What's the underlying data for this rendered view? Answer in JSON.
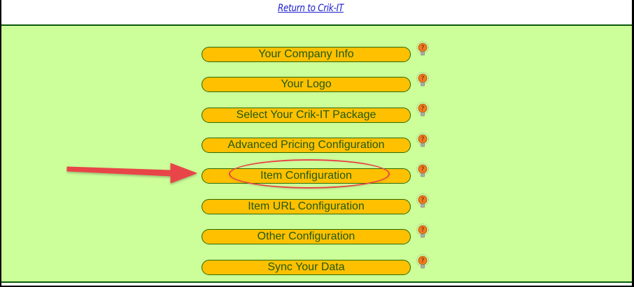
{
  "header": {
    "return_link": "Return to Crik-IT"
  },
  "menu": {
    "items": [
      {
        "label": "Your Company Info"
      },
      {
        "label": "Your Logo"
      },
      {
        "label": "Select Your Crik-IT Package"
      },
      {
        "label": "Advanced Pricing Configuration"
      },
      {
        "label": "Item Configuration"
      },
      {
        "label": "Item URL Configuration"
      },
      {
        "label": "Other Configuration"
      },
      {
        "label": "Sync Your Data"
      }
    ],
    "help_icon": "lightbulb-question-icon"
  },
  "annotation": {
    "highlighted_item": "Item Configuration",
    "arrow_color": "#e8454a",
    "ellipse_color": "#e8454a"
  },
  "colors": {
    "panel_bg": "#ccff99",
    "button_bg": "#ffc000",
    "button_text": "#1f5a10",
    "button_border": "#2a6a00",
    "link": "#1a1acc"
  }
}
